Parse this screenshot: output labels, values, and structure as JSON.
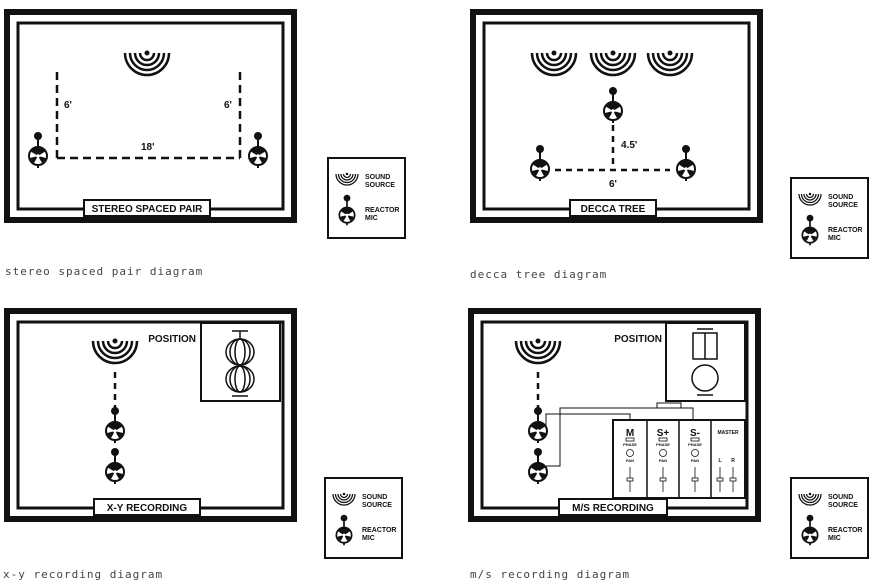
{
  "diagrams": [
    {
      "title": "STEREO SPACED PAIR",
      "caption": "stereo spaced pair diagram",
      "dims": {
        "left": "6'",
        "right": "6'",
        "spacing": "18'"
      }
    },
    {
      "title": "DECCA TREE",
      "caption": "decca tree diagram",
      "dims": {
        "depth": "4.5'",
        "spacing": "6'"
      }
    },
    {
      "title": "X-Y RECORDING",
      "caption": "x-y recording diagram",
      "position_label": "POSITION"
    },
    {
      "title": "M/S RECORDING",
      "caption": "m/s recording diagram",
      "position_label": "POSITION",
      "mixer": {
        "channels": [
          "M",
          "S+",
          "S-"
        ],
        "phase": "PHASE",
        "pan": "PAN",
        "master": "MASTER",
        "l": "L",
        "r": "R"
      }
    }
  ],
  "legend": {
    "sound": "SOUND",
    "source": "SOURCE",
    "reactor": "REACTOR",
    "mic": "MIC"
  }
}
